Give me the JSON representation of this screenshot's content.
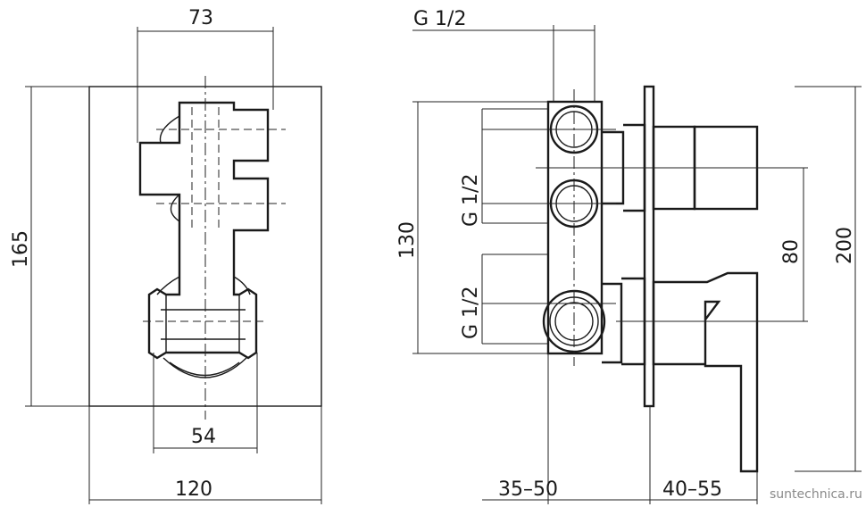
{
  "front_view": {
    "dims": {
      "top_width": "73",
      "height": "165",
      "bottom_inner": "54",
      "overall_width": "120"
    }
  },
  "side_view": {
    "dims": {
      "thread_top": "G 1/2",
      "thread_mid": "G 1/2",
      "thread_low": "G 1/2",
      "body_height": "130",
      "outlet_spacing": "80",
      "overall_height": "200",
      "depth_body": "35–50",
      "depth_trim": "40–55"
    }
  },
  "watermark": "suntechnica.ru",
  "colors": {
    "line": "#1a1a1a",
    "background": "#ffffff",
    "watermark": "#8a8a8a"
  }
}
